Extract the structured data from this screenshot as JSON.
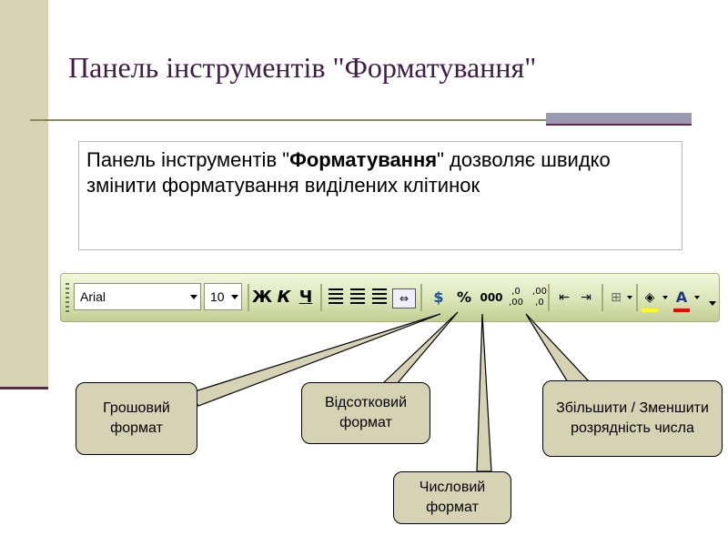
{
  "slide": {
    "title": "Панель інструментів \"Форматування\"",
    "description_prefix": " Панель інструментів \"",
    "description_bold": "Форматування",
    "description_suffix": "\" дозволяє швидко змінити  форматування виділених клітинок"
  },
  "toolbar": {
    "font_name": "Arial",
    "font_size": "10",
    "bold_glyph": "Ж",
    "italic_glyph": "К",
    "underline_glyph": "Ч",
    "currency_glyph": "$",
    "percent_glyph": "%",
    "thousands_glyph": "000",
    "increase_decimal_glyph": ",0 ,00",
    "decrease_decimal_glyph": ",00 ,0",
    "font_color_glyph": "A"
  },
  "callouts": {
    "currency": "Грошовий формат",
    "percent": "Відсотковий формат",
    "number": "Числовий формат",
    "decimal": "Збільшити / Зменшити розрядність числа"
  },
  "colors": {
    "accent_bar": "#d6d3b5",
    "title_color": "#3d1d45",
    "fill_highlight": "#ffff00",
    "font_color": "#ff0000"
  }
}
